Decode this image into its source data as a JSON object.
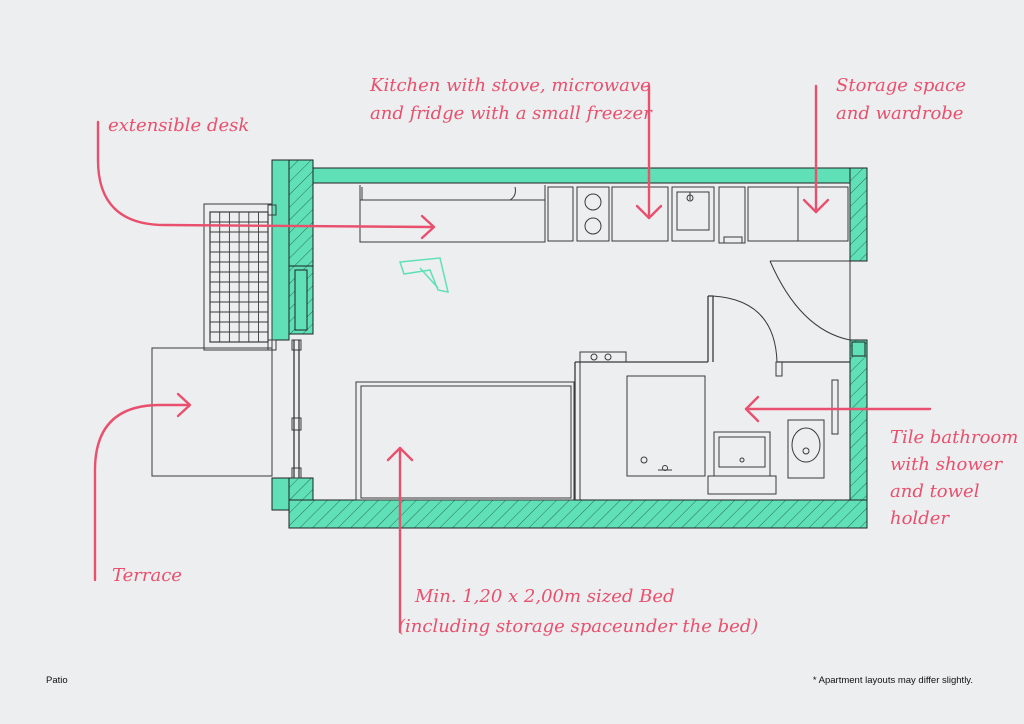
{
  "colors": {
    "wall": "#5fe0b6",
    "accent": "#e8506e",
    "line": "#3a3a3a",
    "background": "#edeef0"
  },
  "labels": {
    "desk": "extensible desk",
    "kitchen_line1": "Kitchen with stove, microwave",
    "kitchen_line2": "and fridge with a small freezer",
    "storage_line1": "Storage space",
    "storage_line2": "and wardrobe",
    "bathroom_line1": "Tile bathroom",
    "bathroom_line2": "with shower",
    "bathroom_line3": "and towel",
    "bathroom_line4": "holder",
    "terrace": "Terrace",
    "bed_line1": "Min. 1,20 x 2,00m sized Bed",
    "bed_line2": "(including storage spaceunder the bed)"
  },
  "footer": {
    "left": "Patio",
    "right": "* Apartment layouts may differ slightly."
  }
}
